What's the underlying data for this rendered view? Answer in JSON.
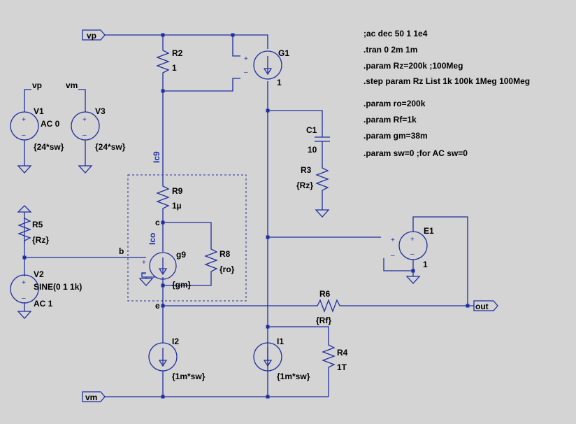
{
  "directives": [
    ";ac dec 50 1 1e4",
    ".tran 0 2m 1m",
    ".param Rz=200k ;100Meg",
    ".step param Rz List 1k 100k 1Meg 100Meg",
    ".param ro=200k",
    ".param Rf=1k",
    ".param gm=38m",
    ".param sw=0 ;for AC sw=0"
  ],
  "net_labels": {
    "vp_top": "vp",
    "vp_v1": "vp",
    "vm_v3": "vm",
    "vm_bottom": "vm",
    "out": "out",
    "b": "b",
    "c": "c",
    "e": "e"
  },
  "current_labels": {
    "ic9": "Ic9",
    "ico": "Ico"
  },
  "components": {
    "R2": {
      "name": "R2",
      "value": "1"
    },
    "G1": {
      "name": "G1",
      "value": "1"
    },
    "V1": {
      "name": "V1",
      "value": "AC 0",
      "value2": "{24*sw}"
    },
    "V3": {
      "name": "V3",
      "value": "{24*sw}"
    },
    "C1": {
      "name": "C1",
      "value": "10"
    },
    "R3": {
      "name": "R3",
      "value": "{Rz}"
    },
    "R9": {
      "name": "R9",
      "value": "1µ"
    },
    "R5": {
      "name": "R5",
      "value": "{Rz}"
    },
    "g9": {
      "name": "g9",
      "value": "{gm}"
    },
    "R8": {
      "name": "R8",
      "value": "{ro}"
    },
    "E1": {
      "name": "E1",
      "value": "1"
    },
    "V2": {
      "name": "V2",
      "value": "SINE(0 1 1k)",
      "value2": "AC 1"
    },
    "R6": {
      "name": "R6",
      "value": "{Rf}"
    },
    "I2": {
      "name": "I2",
      "value": "{1m*sw}"
    },
    "I1": {
      "name": "I1",
      "value": "{1m*sw}"
    },
    "R4": {
      "name": "R4",
      "value": "1T"
    }
  }
}
